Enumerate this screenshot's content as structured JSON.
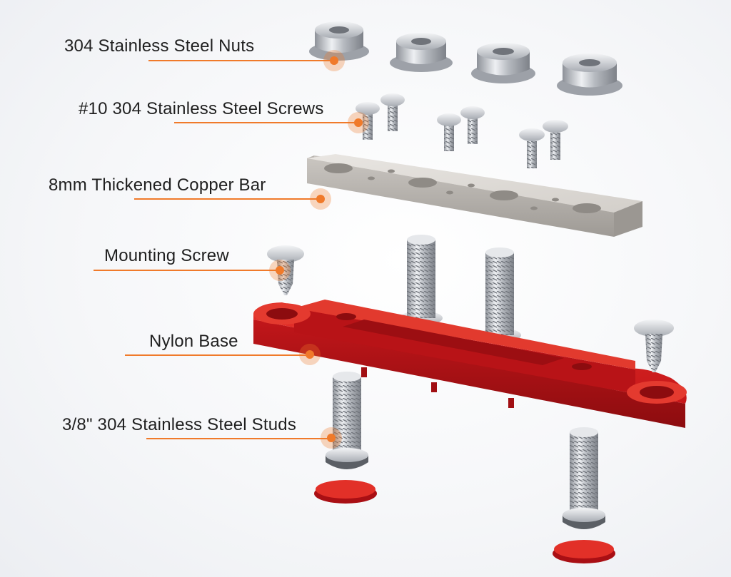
{
  "colors": {
    "accent": "#f07a2a",
    "accent_halo": "rgba(240,122,42,0.30)",
    "nylon_red": "#d81e1e",
    "nylon_red_dark": "#a91212",
    "copper_bar": "#cfcbc6",
    "steel": "#c9ccd1"
  },
  "callouts": [
    {
      "id": "nuts",
      "label": "304 Stainless Steel Nuts"
    },
    {
      "id": "screws",
      "label": "#10 304 Stainless Steel Screws"
    },
    {
      "id": "bar",
      "label": "8mm Thickened Copper Bar"
    },
    {
      "id": "mounting",
      "label": "Mounting Screw"
    },
    {
      "id": "base",
      "label": "Nylon Base"
    },
    {
      "id": "studs",
      "label": "3/8\" 304 Stainless Steel Studs"
    }
  ]
}
